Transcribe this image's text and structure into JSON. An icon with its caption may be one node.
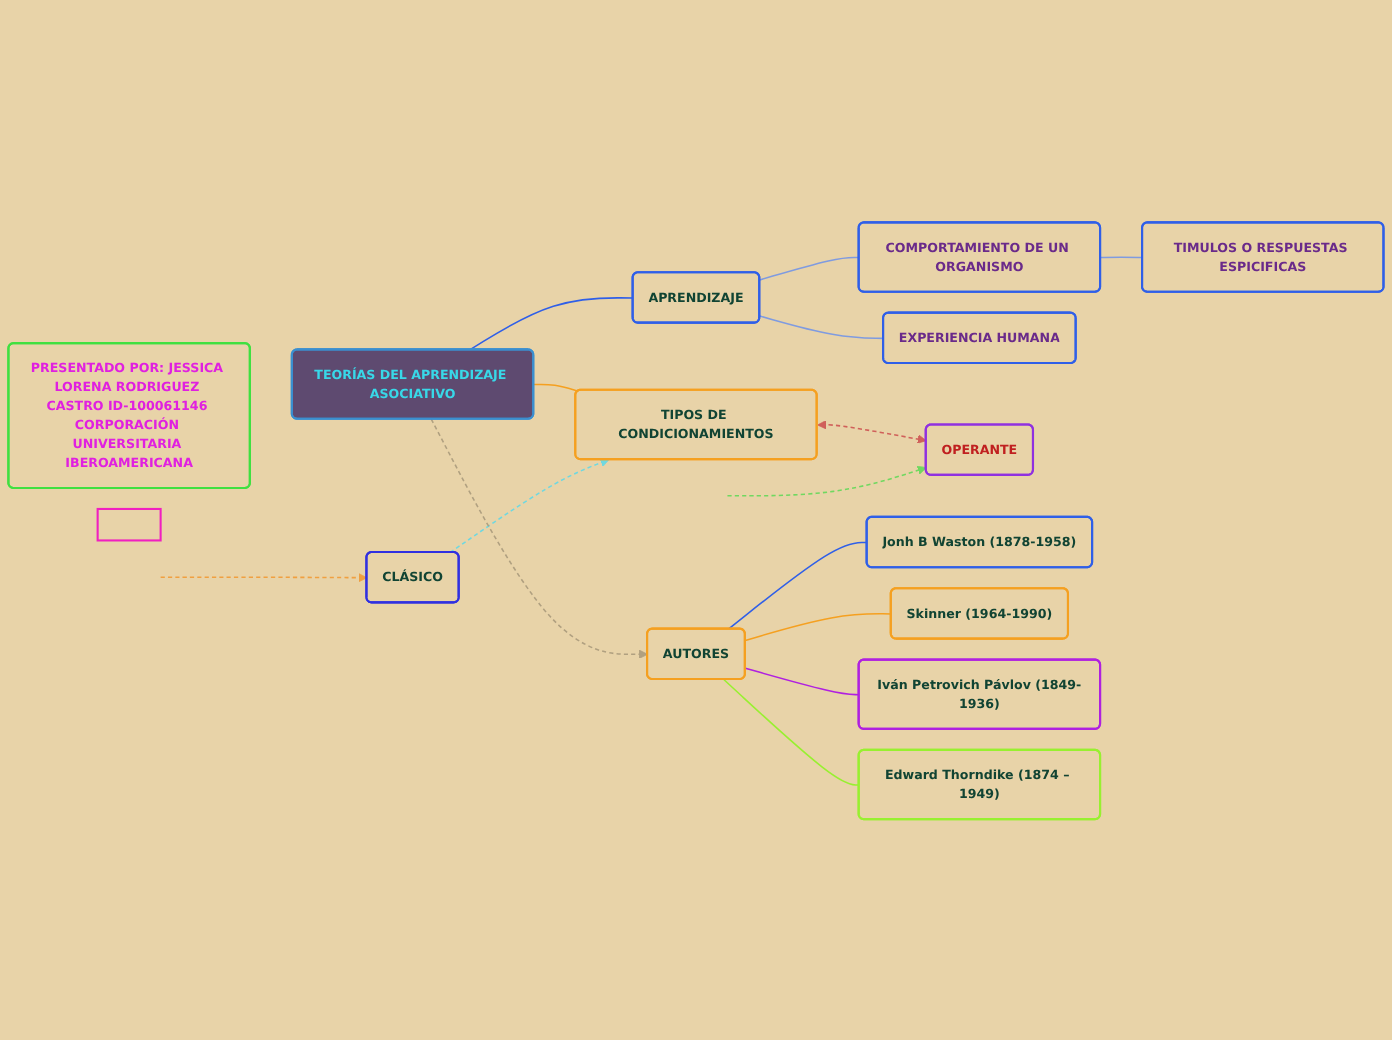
{
  "diagram": {
    "nodes": [
      {
        "text": [
          "TEORÍAS DEL APRENDIZAJE ASOCIATIVO"
        ]
      },
      {
        "text": [
          "PRESENTADO POR: JESSICA LORENA RODRIGUEZ CASTRO ID-100061146 CORPORACIÓN UNIVERSITARIA IBEROAMERICANA"
        ]
      },
      {
        "text": [
          "APRENDIZAJE"
        ]
      },
      {
        "text": [
          "COMPORTAMIENTO DE UN ORGANISMO"
        ]
      },
      {
        "text": [
          "EXPERIENCIA HUMANA"
        ]
      },
      {
        "text": [
          "TIMULOS O RESPUESTAS ESPICIFICAS"
        ]
      },
      {
        "text": [
          "TIPOS DE CONDICIONAMIENTOS"
        ]
      },
      {
        "text": [
          "CLÁSICO"
        ]
      },
      {
        "text": [
          "OPERANTE"
        ]
      },
      {
        "text": [],
        "shape": "box"
      },
      {
        "text": [
          "AUTORES"
        ]
      },
      {
        "text": [
          "Jonh B Waston (1878-1958)"
        ]
      },
      {
        "text": [
          "Skinner (1964-1990)"
        ]
      },
      {
        "text": [
          "Iván Petrovich Pávlov (1849-1936)"
        ]
      },
      {
        "text": [
          "Edward Thorndike (1874 – 1949)"
        ]
      }
    ],
    "edges": [
      {
        "from": 0,
        "to": 2,
        "arrow": "none",
        "color": "#2f5fe8"
      },
      {
        "from": 2,
        "to": 3,
        "arrow": "none",
        "color": "#7f9be0"
      },
      {
        "from": 2,
        "to": 4,
        "arrow": "none",
        "color": "#7f9be0"
      },
      {
        "from": 3,
        "to": 5,
        "arrow": "none",
        "color": "#7f9be0"
      },
      {
        "from": 0,
        "to": 6,
        "arrow": "none",
        "color": "#f5a020"
      },
      {
        "from": null,
        "to": 7,
        "arrow": "to",
        "style": "dashed",
        "color": "#f0a040"
      },
      {
        "from": 7,
        "to": 6,
        "arrow": "to",
        "style": "dashed",
        "color": "#6fd8e0"
      },
      {
        "from": 6,
        "to": 8,
        "arrow": "both",
        "style": "dashed",
        "color": "#d0605a"
      },
      {
        "from": null,
        "to": 8,
        "arrow": "to",
        "style": "dashed",
        "color": "#70d860"
      },
      {
        "from": 0,
        "to": 10,
        "arrow": "to",
        "style": "dashed",
        "color": "#b0a080"
      },
      {
        "from": 10,
        "to": 11,
        "arrow": "none",
        "color": "#2f5fe8"
      },
      {
        "from": 10,
        "to": 12,
        "arrow": "none",
        "color": "#f5a020"
      },
      {
        "from": 10,
        "to": 13,
        "arrow": "none",
        "color": "#b020e0"
      },
      {
        "from": 10,
        "to": 14,
        "arrow": "none",
        "color": "#98f030"
      }
    ]
  }
}
